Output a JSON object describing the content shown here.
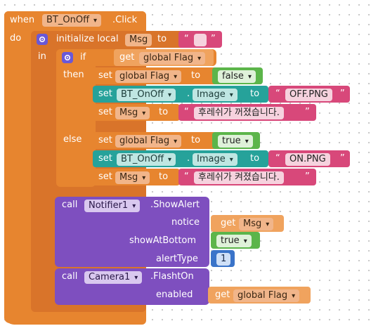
{
  "event": {
    "when_label": "when",
    "component": "BT_OnOff",
    "event_name": ".Click",
    "do_label": "do"
  },
  "local_var": {
    "label": "initialize local",
    "name": "Msg",
    "to_label": "to",
    "init_string": ""
  },
  "in_label": "in",
  "if_block": {
    "if_label": "if",
    "then_label": "then",
    "else_label": "else",
    "condition": {
      "get_label": "get",
      "var": "global Flag"
    },
    "then_statements": [
      {
        "set_label": "set",
        "target": "global Flag",
        "to_label": "to",
        "value": "false"
      },
      {
        "set_label": "set",
        "component": "BT_OnOff",
        "property": "Image",
        "to_label": "to",
        "value": "OFF.PNG"
      },
      {
        "set_label": "set",
        "target": "Msg",
        "to_label": "to",
        "value": "후레쉬가 꺼졌습니다."
      }
    ],
    "else_statements": [
      {
        "set_label": "set",
        "target": "global Flag",
        "to_label": "to",
        "value": "true"
      },
      {
        "set_label": "set",
        "component": "BT_OnOff",
        "property": "Image",
        "to_label": "to",
        "value": "ON.PNG"
      },
      {
        "set_label": "set",
        "target": "Msg",
        "to_label": "to",
        "value": "후레쉬가 켜졌습니다."
      }
    ]
  },
  "notifier_call": {
    "call_label": "call",
    "component": "Notifier1",
    "method": ".ShowAlert",
    "params": [
      {
        "name": "notice",
        "value_get": "get",
        "value": "Msg"
      },
      {
        "name": "showAtBottom",
        "value": "true"
      },
      {
        "name": "alertType",
        "value": "1"
      }
    ]
  },
  "camera_call": {
    "call_label": "call",
    "component": "Camera1",
    "method": ".FlashtOn",
    "param_name": "enabled",
    "value_get": "get",
    "value": "global Flag"
  },
  "colors": {
    "control": "#e7852f",
    "variable": "#e7852f",
    "component": "#7e4fbf",
    "property": "#26a29a",
    "logic": "#5cb54a",
    "text": "#d8487a",
    "math": "#3a74c9"
  }
}
